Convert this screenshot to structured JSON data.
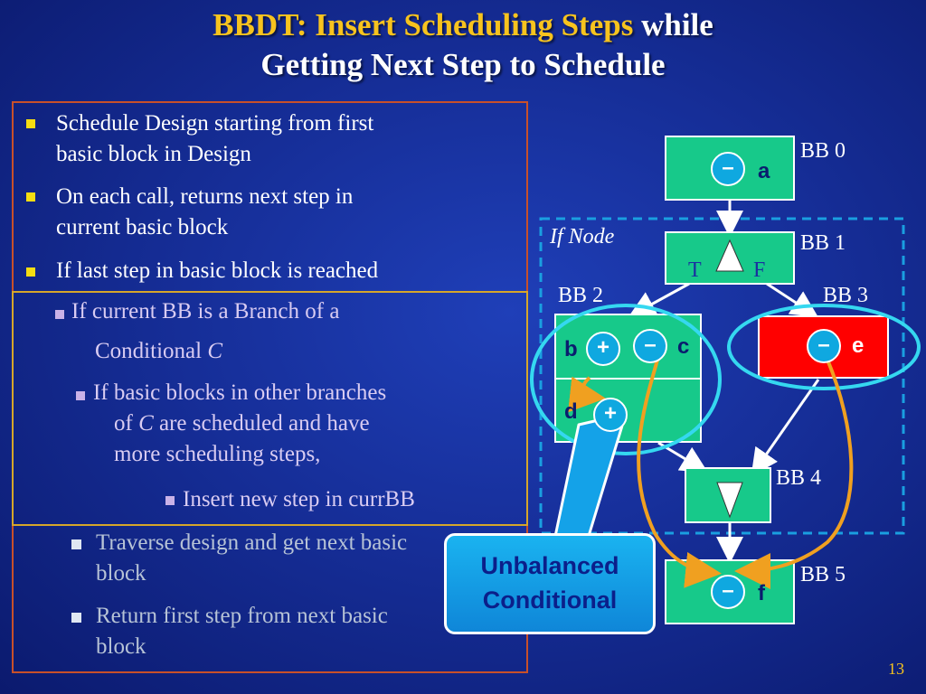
{
  "slide": {
    "title_part1": "BBDT: ",
    "title_part2": "Insert Scheduling Steps",
    "title_part3": " while",
    "title_line2": "Getting Next Step to Schedule",
    "page_number": "13"
  },
  "bullets": {
    "b1_line1": "Schedule Design starting from first",
    "b1_line2": "basic block in Design",
    "b2_line1": "On each call, returns next step in",
    "b2_line2": "current basic block",
    "b3": "If last step in basic block is reached",
    "sub1_line1": "If current BB is a Branch of a",
    "sub1_line2a": "Conditional ",
    "sub1_line2b": "C",
    "sub2_line1": "If basic blocks in other branches",
    "sub2_line2a": "of ",
    "sub2_line2b": "C",
    "sub2_line2c": " are scheduled and have",
    "sub2_line3": "more scheduling steps,",
    "sub3": "Insert new step in currBB",
    "dim1_line1": "Traverse design and get next basic",
    "dim1_line2": "block",
    "dim2_line1": "Return first step from next basic",
    "dim2_line2": "block"
  },
  "diagram": {
    "if_node_label": "If Node",
    "labels": {
      "bb0": "BB 0",
      "bb1": "BB 1",
      "bb2": "BB 2",
      "bb3": "BB 3",
      "bb4": "BB 4",
      "bb5": "BB 5"
    },
    "branch_true": "T",
    "branch_false": "F",
    "ops": {
      "a": "–",
      "b": "+",
      "c": "–",
      "d": "+",
      "e": "–",
      "f": "–"
    },
    "vars": {
      "a": "a",
      "b": "b",
      "c": "c",
      "d": "d",
      "e": "e",
      "f": "f"
    },
    "callout_line1": "Unbalanced",
    "callout_line2": "Conditional"
  },
  "colors": {
    "background": "#162e98",
    "title_highlight": "#f7c31e",
    "block_green": "#17c98a",
    "block_red": "#ff0000",
    "operation_blue": "#0fa8e0",
    "highlight_ring": "#35d8f0",
    "scheduling_arrow": "#f0a020",
    "outer_frame": "#c8502a",
    "inner_frame": "#d6a62a",
    "dashed_region": "#1a9fe0"
  },
  "icons": {
    "bullet": "square-bullet-icon",
    "branch": "triangle-up-icon",
    "join": "triangle-down-icon"
  }
}
